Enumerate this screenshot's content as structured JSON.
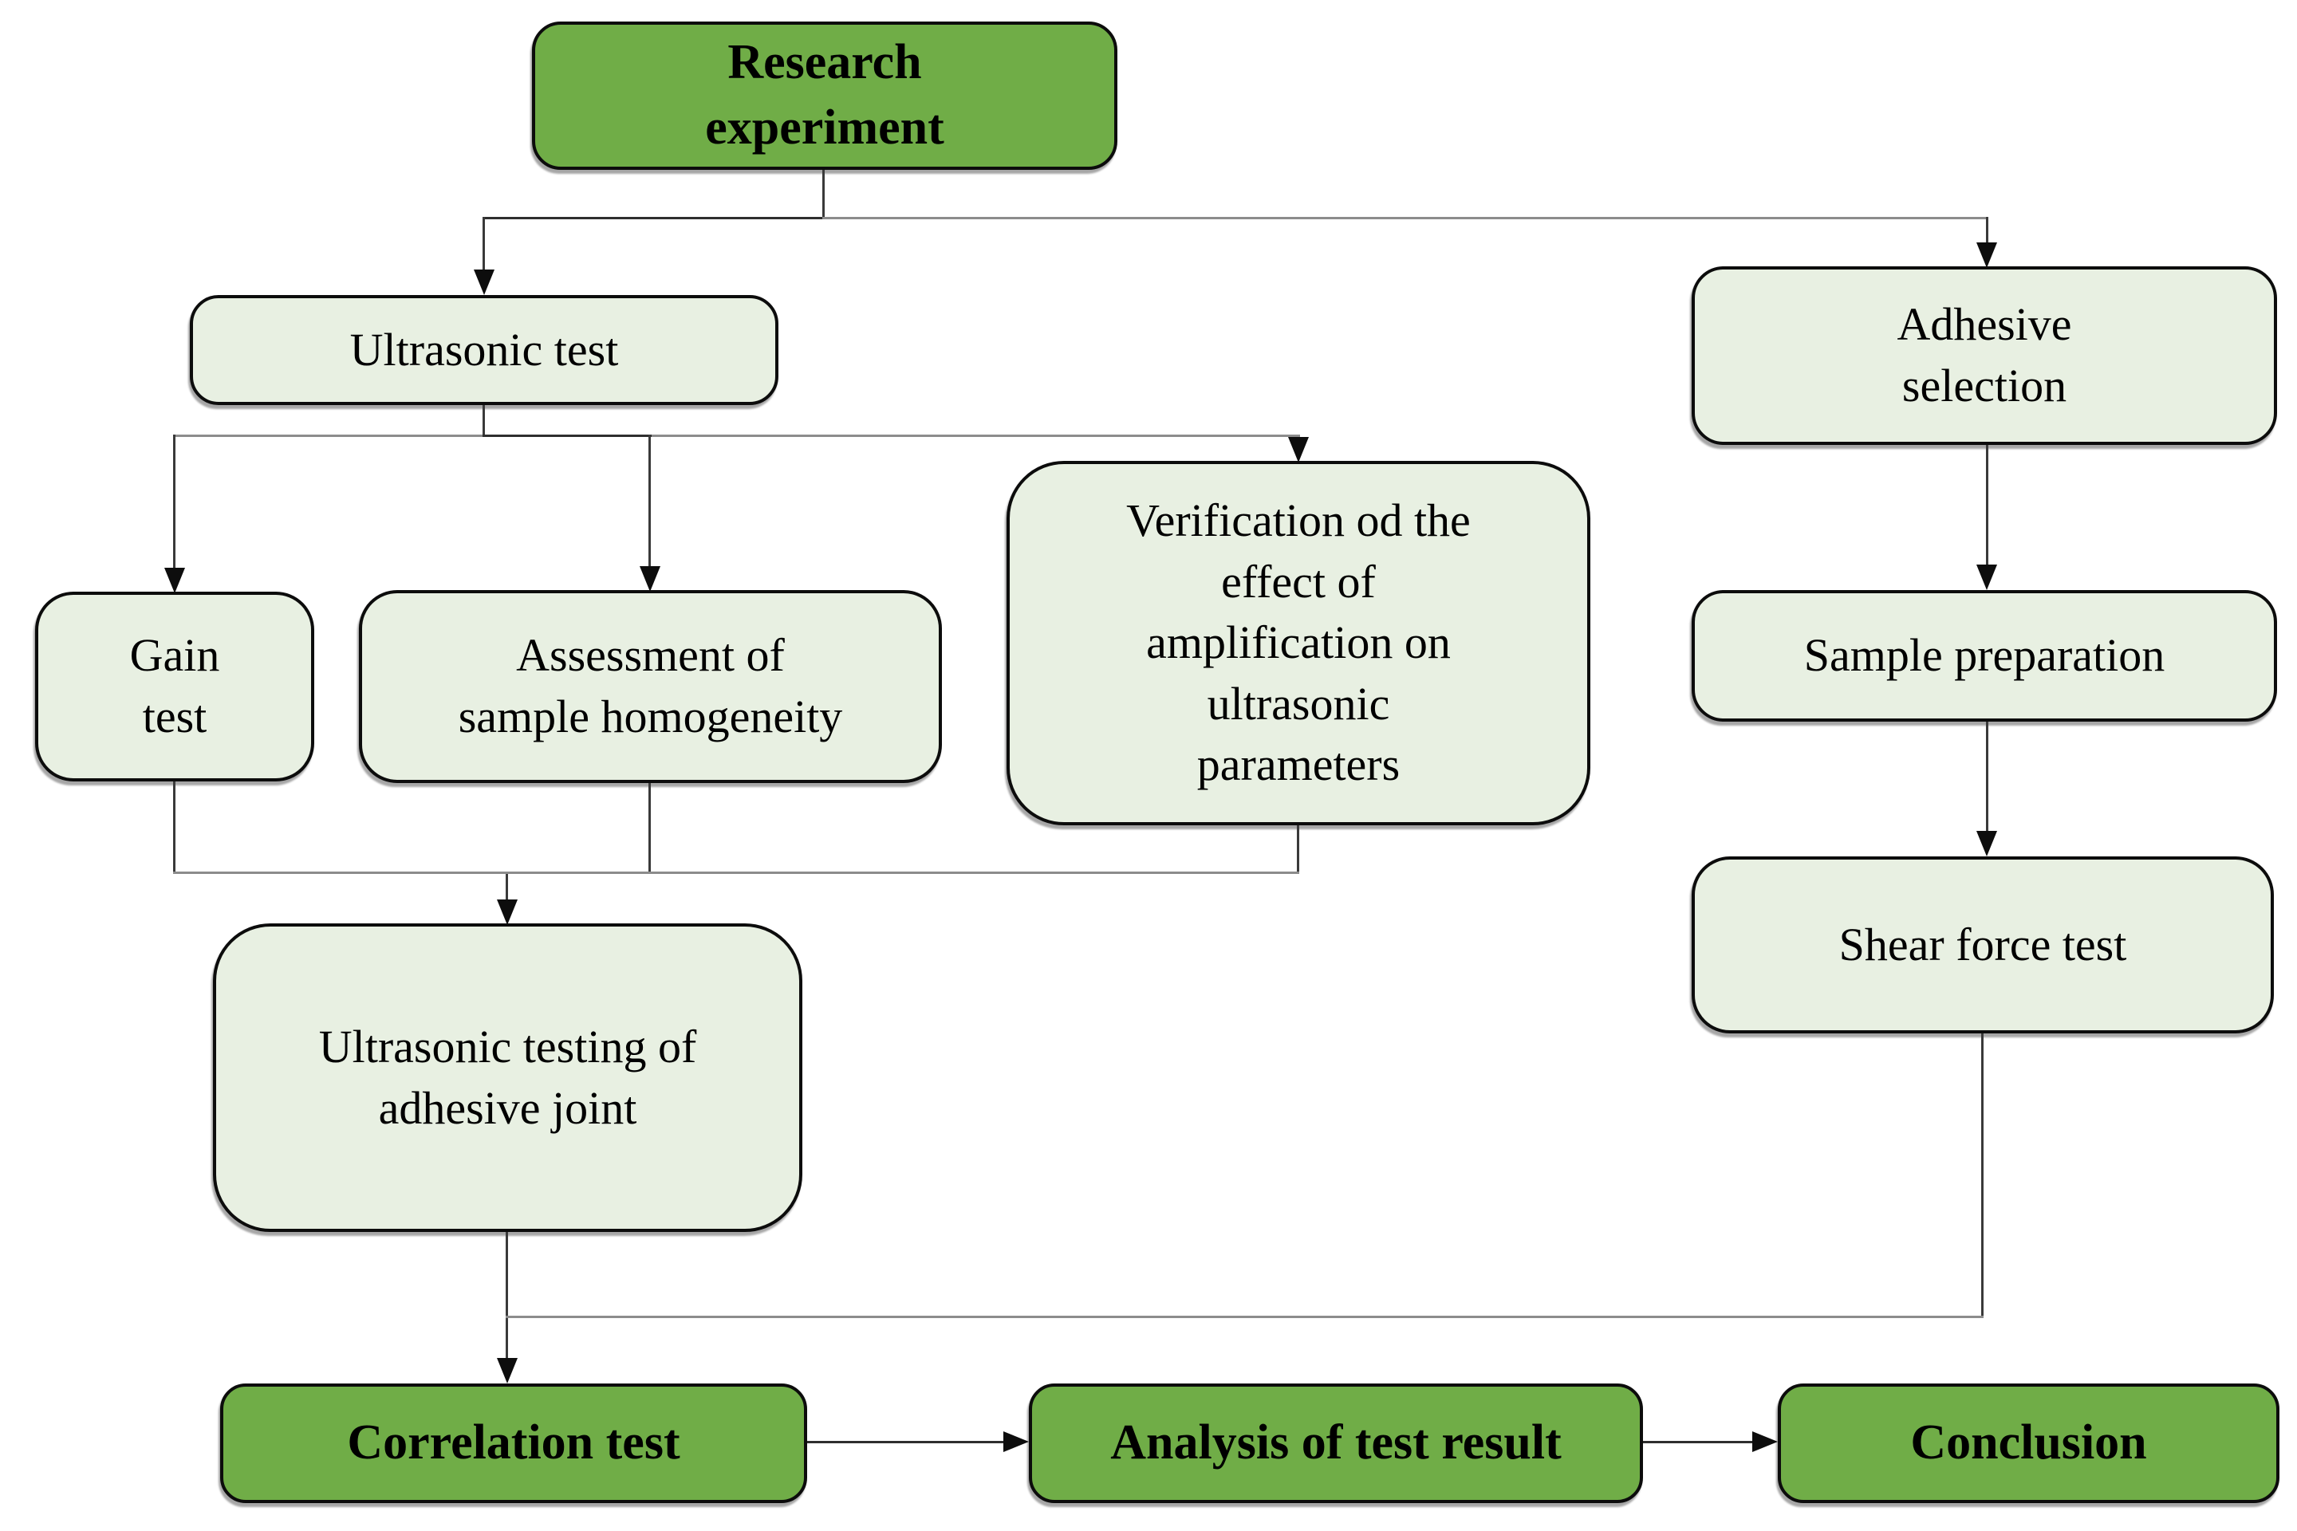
{
  "diagram": {
    "title": "Research experiment flowchart",
    "colors": {
      "primary_fill": "#70AD47",
      "secondary_fill": "#E8F0E2",
      "border": "#000000",
      "connector_gray": "#8C8C8C",
      "connector_dark": "#333333",
      "arrow": "#0D0D0D"
    },
    "edges": [
      {
        "from": "research_experiment",
        "to": "ultrasonic_test"
      },
      {
        "from": "research_experiment",
        "to": "adhesive_selection"
      },
      {
        "from": "ultrasonic_test",
        "to": "gain_test"
      },
      {
        "from": "ultrasonic_test",
        "to": "assessment_of_sample_homogeneity"
      },
      {
        "from": "ultrasonic_test",
        "to": "verification_of_amplification"
      },
      {
        "from": "gain_test",
        "to": "ultrasonic_testing_of_adhesive_joint"
      },
      {
        "from": "assessment_of_sample_homogeneity",
        "to": "ultrasonic_testing_of_adhesive_joint"
      },
      {
        "from": "verification_of_amplification",
        "to": "ultrasonic_testing_of_adhesive_joint"
      },
      {
        "from": "adhesive_selection",
        "to": "sample_preparation"
      },
      {
        "from": "sample_preparation",
        "to": "shear_force_test"
      },
      {
        "from": "ultrasonic_testing_of_adhesive_joint",
        "to": "correlation_test"
      },
      {
        "from": "shear_force_test",
        "to": "correlation_test"
      },
      {
        "from": "correlation_test",
        "to": "analysis_of_test_result"
      },
      {
        "from": "analysis_of_test_result",
        "to": "conclusion"
      }
    ]
  },
  "nodes": {
    "research_experiment": {
      "label": "Research\nexperiment"
    },
    "ultrasonic_test": {
      "label": "Ultrasonic test"
    },
    "adhesive_selection": {
      "label": "Adhesive\nselection"
    },
    "gain_test": {
      "label": "Gain\ntest"
    },
    "assessment_of_sample_homogeneity": {
      "label": "Assessment of\nsample homogeneity"
    },
    "verification_of_amplification": {
      "label": "Verification od the\neffect of\namplification on\nultrasonic\nparameters"
    },
    "sample_preparation": {
      "label": "Sample preparation"
    },
    "shear_force_test": {
      "label": "Shear force test"
    },
    "ultrasonic_testing_of_adhesive_joint": {
      "label": "Ultrasonic testing of\nadhesive joint"
    },
    "correlation_test": {
      "label": "Correlation test"
    },
    "analysis_of_test_result": {
      "label": "Analysis of test result"
    },
    "conclusion": {
      "label": "Conclusion"
    }
  }
}
